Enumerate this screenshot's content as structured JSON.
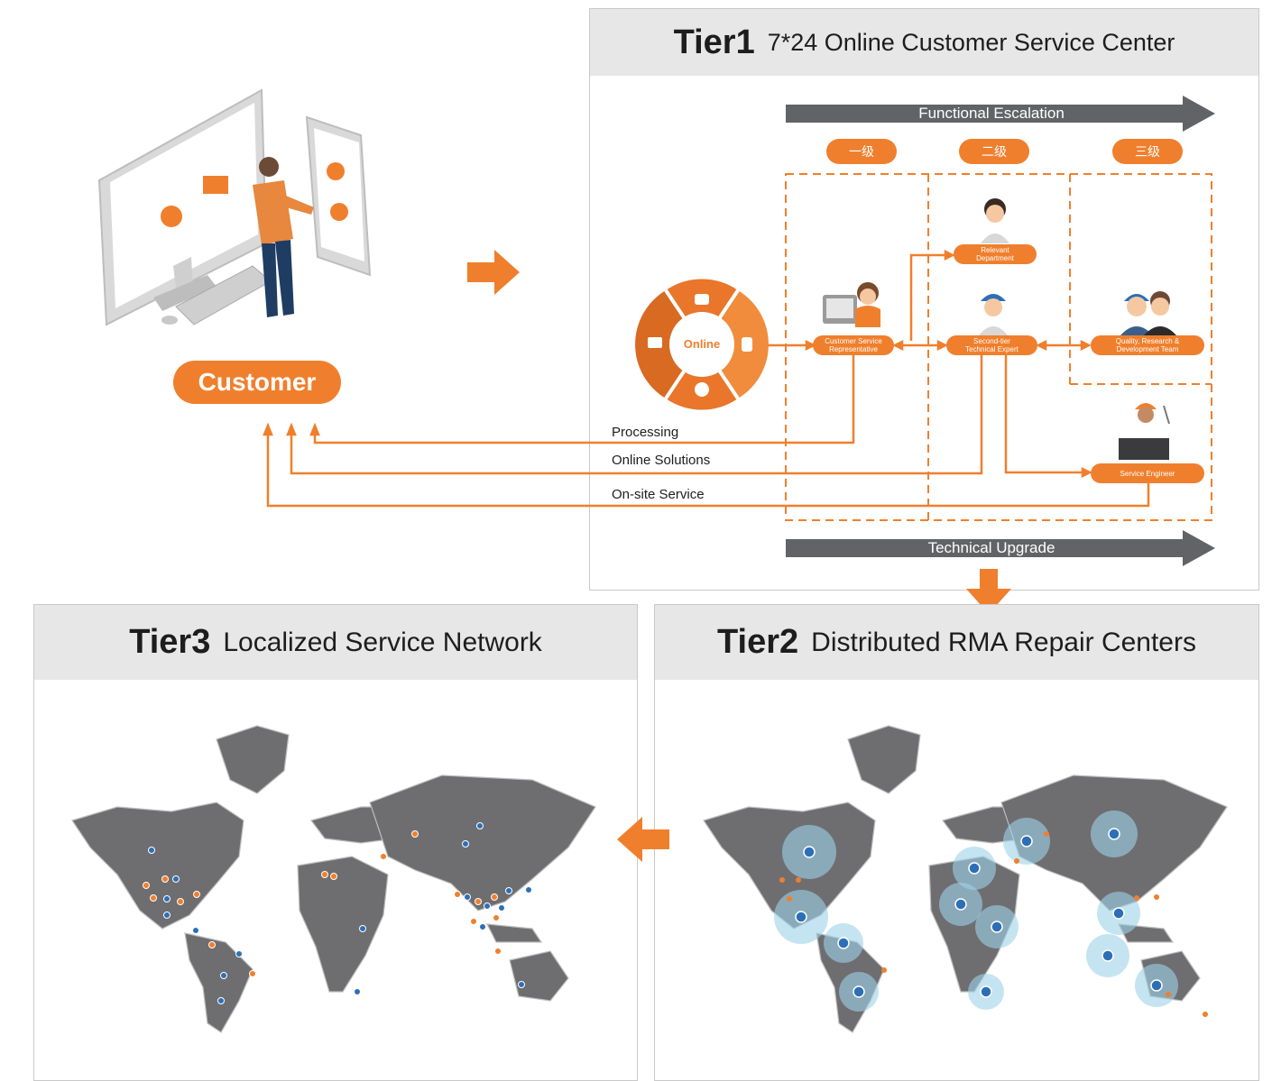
{
  "tier1": {
    "name": "Tier1",
    "subtitle": "7*24 Online Customer Service Center"
  },
  "tier2": {
    "name": "Tier2",
    "subtitle": "Distributed RMA Repair Centers"
  },
  "tier3": {
    "name": "Tier3",
    "subtitle": "Localized Service Network"
  },
  "customer": {
    "label": "Customer"
  },
  "escalation": {
    "top": "Functional Escalation",
    "bottom": "Technical  Upgrade"
  },
  "levels": [
    "一级",
    "二级",
    "三级"
  ],
  "online_wheel": {
    "center": "Online",
    "icons": [
      "phone-icon",
      "chat-icon",
      "globe-icon",
      "computer-email-icon"
    ]
  },
  "roles": {
    "csr": "Customer Service\nRepresentative",
    "relevant": "Relevant\nDepartment",
    "second_tier": "Second-tier\nTechnical Expert",
    "qrd": "Quality, Research &\nDevelopment Team",
    "engineer": "Service Engineer"
  },
  "flows": {
    "processing": "Processing",
    "online_solutions": "Online Solutions",
    "onsite": "On-site Service"
  },
  "colors": {
    "accent": "#f07f2d",
    "map_land": "#6e6e70",
    "dot_blue": "#2d6fb7",
    "dot_orange": "#f07f2d",
    "halo": "#9fd2ea",
    "header_bg": "#e7e7e7"
  }
}
